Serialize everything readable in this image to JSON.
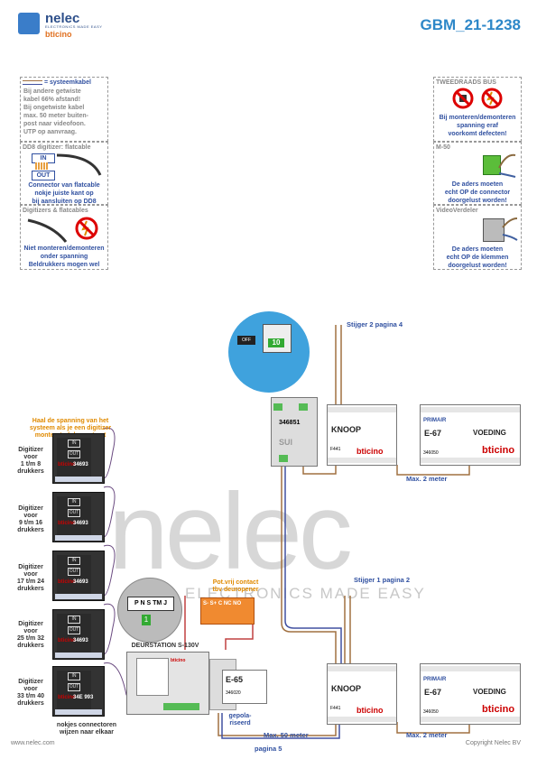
{
  "header": {
    "brand": "nelec",
    "brand_tagline": "ELECTRONICS MADE EASY",
    "partner": "bticino",
    "doc_id": "GBM_21-1238"
  },
  "notes_left": [
    {
      "title": "= systeemkabel",
      "lines": [
        "Bij andere getwiste",
        "kabel 66% afstand!",
        "Bij ongetwiste kabel",
        "max. 50 meter buiten-",
        "post naar videofoon.",
        "UTP op aanvraag."
      ]
    },
    {
      "title": "DD8 digitizer: flatcable",
      "in": "IN",
      "out": "OUT",
      "caption": [
        "Connector van flatcable",
        "nokje juiste kant op",
        "bij aansluiten op DD8"
      ]
    },
    {
      "title": "Digitizers & flatcables",
      "caption": [
        "Niet monteren/demonteren",
        "onder spanning",
        "Beldrukkers mogen wel"
      ]
    }
  ],
  "notes_right": [
    {
      "title": "TWEEDRAADS BUS",
      "caption": [
        "Bij monteren/demonteren",
        "spanning eraf",
        "voorkomt defecten!"
      ]
    },
    {
      "title": "M-50",
      "caption": [
        "De aders moeten",
        "echt OP de connector",
        "doorgelust worden!"
      ]
    },
    {
      "title": "VideoVerdeler",
      "caption": [
        "De aders moeten",
        "echt OP de klemmen",
        "doorgelust worden!"
      ]
    }
  ],
  "diagram": {
    "warning": [
      "Haal de spanning van het",
      "systeem als je een digitizer",
      "monteert of demonteert"
    ],
    "digitizers": [
      {
        "label": [
          "Digitizer",
          "voor",
          "1 t/m 8",
          "drukkers"
        ],
        "code": "34693"
      },
      {
        "label": [
          "Digitizer",
          "voor",
          "9 t/m 16",
          "drukkers"
        ],
        "code": "34693"
      },
      {
        "label": [
          "Digitizer",
          "voor",
          "17 t/m 24",
          "drukkers"
        ],
        "code": "34693"
      },
      {
        "label": [
          "Digitizer",
          "voor",
          "25 t/m 32",
          "drukkers"
        ],
        "code": "34693"
      },
      {
        "label": [
          "Digitizer",
          "voor",
          "33 t/m 40",
          "drukkers"
        ],
        "code": "34E 993"
      }
    ],
    "nokjes": [
      "nokjes connectoren",
      "wijzen naar elkaar"
    ],
    "deurstation": "DEURSTATION S-130V",
    "pot_vrij": [
      "Pot.vrij contact",
      "tbv deuropener"
    ],
    "relay_terms": "S- S+ C NC NO",
    "e65": {
      "name": "E-65",
      "code": "346020"
    },
    "gepol": [
      "gepola-",
      "riseerd"
    ],
    "stijger2": "Stijger 2 pagina 4",
    "stijger1": "Stijger 1 pagina 2",
    "sui": {
      "code": "346851",
      "label": "SUI"
    },
    "zoom_display": "10",
    "zoom_off": "OFF",
    "knoop": {
      "name": "KNOOP",
      "code": "F441"
    },
    "e67": {
      "name": "E-67",
      "sub": "VOEDING",
      "code": "346050",
      "primair": "PRIMAIR"
    },
    "max2": "Max. 2 meter",
    "max50": "Max. 50 meter",
    "pagina5": "pagina 5",
    "bticino": "bticino"
  },
  "footer": {
    "url": "www.nelec.com",
    "copyright": "Copyright Nelec BV"
  },
  "watermark": "nelec"
}
